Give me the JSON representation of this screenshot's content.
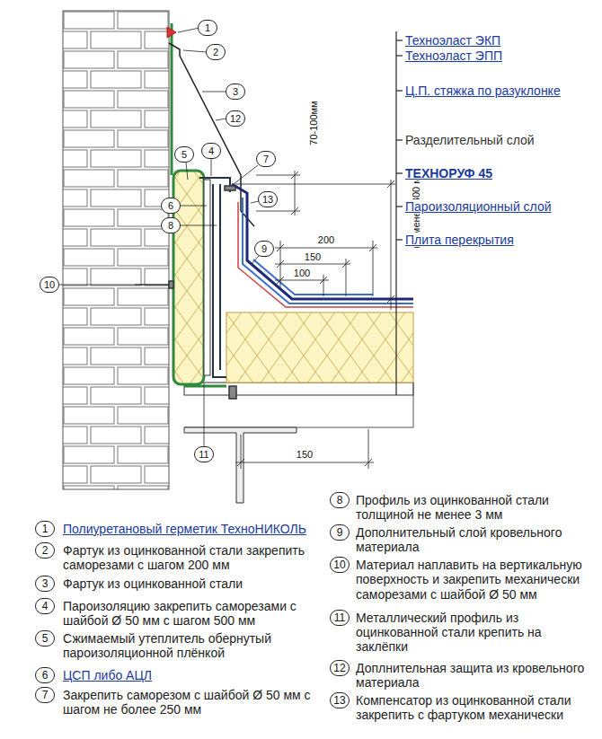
{
  "diagram": {
    "labels": [
      "1",
      "2",
      "3",
      "12",
      "4",
      "5",
      "7",
      "13",
      "6",
      "8",
      "9",
      "10",
      "11",
      "70-100мм",
      "200",
      "150",
      "100",
      "не менее 300 мм",
      "150",
      "Техноэласт ЭКП",
      "Техноэласт ЭПП",
      "Ц.П. стяжка по разуклонке",
      "Разделительный слой",
      "ТЕХНОРУФ 45",
      "Пароизоляционный слой",
      "Плита перекрытия",
      "1",
      "Полиуретановый герметик ТехноНИКОЛЬ",
      "2",
      "Фартук из оцинкованной стали закрепить саморезами с шагом 200 мм",
      "3",
      "Фартук из оцинкованной стали",
      "4",
      "Пароизоляцию закрепить саморезами с шайбой Ø 50 мм с шагом 500 мм",
      "5",
      "Сжимаемый утеплитель обернутый пароизоляционной плёнкой",
      "6",
      "ЦСП либо АЦЛ",
      "7",
      "Закрепить саморезом с шайбой Ø 50 мм с шагом не более 250 мм",
      "8",
      "Профиль из оцинкованной стали толщиной не менее 3 мм",
      "9",
      "Дополнительный слой кровельного материала",
      "10",
      "Материал наплавить на вертикальную поверхность и закрепить механически саморезами с шайбой Ø 50 мм",
      "11",
      "Металлический профиль из оцинкованной стали крепить на заклёпки",
      "12",
      "Доплнительная защита из кровельного материала",
      "13",
      "Компенсатор из оцинкованной стали закрепить с фартуком механически"
    ]
  }
}
